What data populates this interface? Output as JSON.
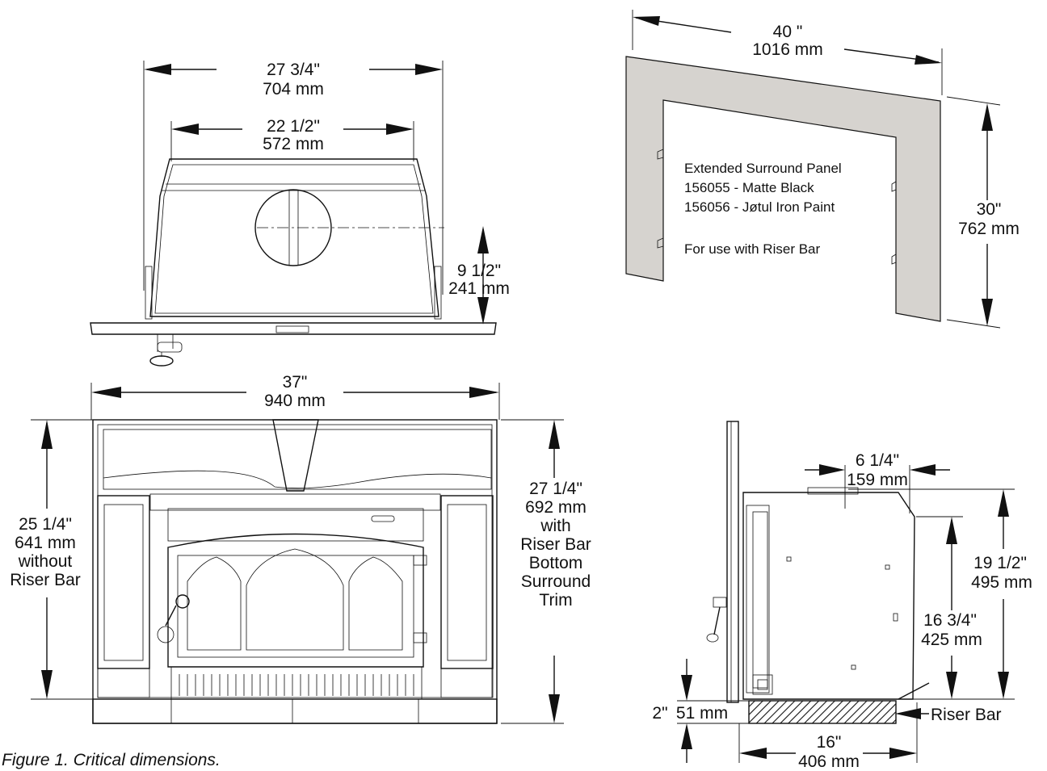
{
  "figure": {
    "caption": "Figure 1. Critical dimensions."
  },
  "top_view": {
    "overall_width": {
      "imperial": "27 3/4\"",
      "metric": "704 mm"
    },
    "inner_width": {
      "imperial": "22 1/2\"",
      "metric": "572 mm"
    },
    "flue_offset": {
      "imperial": "9 1/2\"",
      "metric": "241 mm"
    }
  },
  "surround_panel": {
    "width": {
      "imperial": "40 \"",
      "metric": "1016 mm"
    },
    "height": {
      "imperial": "30\"",
      "metric": "762 mm"
    },
    "label_lines": [
      "Extended Surround Panel",
      "156055  - Matte Black",
      "156056 - Jøtul Iron Paint"
    ],
    "usage_note": "For use with Riser Bar"
  },
  "front_view": {
    "width": {
      "imperial": "37\"",
      "metric": "940 mm"
    },
    "height_without_riser": {
      "lines": [
        "25 1/4\"",
        "641 mm",
        "without",
        "Riser Bar"
      ]
    },
    "height_with_riser": {
      "lines": [
        "27 1/4\"",
        "692 mm",
        "with",
        "Riser Bar",
        "Bottom",
        "Surround",
        "Trim"
      ]
    }
  },
  "side_view": {
    "flue_width": {
      "imperial": "6 1/4\"",
      "metric": "159 mm"
    },
    "overall_height": {
      "imperial": "19 1/2\"",
      "metric": "495 mm"
    },
    "body_height": {
      "imperial": "16 3/4\"",
      "metric": "425 mm"
    },
    "riser_height": {
      "imperial": "2\"",
      "metric": "51 mm"
    },
    "depth": {
      "imperial": "16\"",
      "metric": "406 mm"
    },
    "riser_label": "Riser Bar"
  }
}
